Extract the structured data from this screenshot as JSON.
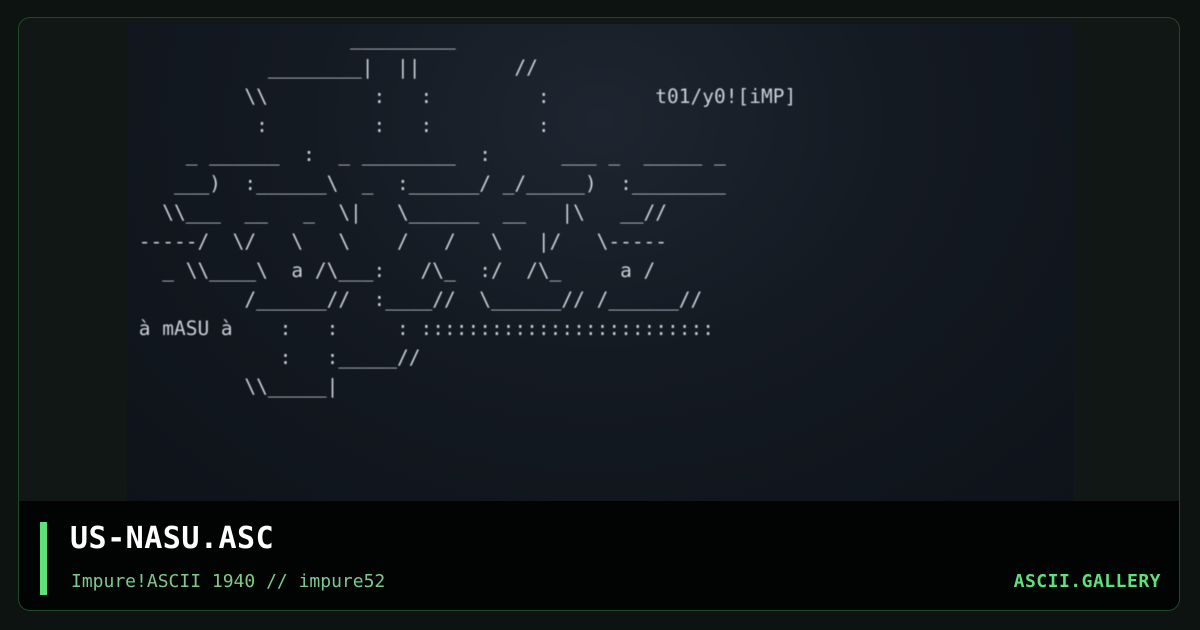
{
  "artwork": {
    "ascii_art": "                   _________\n            ________|  ||        //\n          \\\\         :   :         :         t01/y0![iMP]\n           :         :   :         :\n     _ ______  :  _ ________  :      ___ _  _____ _\n    ___)  :______\\  _  :______/ _/_____)  :________\n   \\\\___  __   _  \\|   \\______  __   |\\   __//\n -----/  \\/   \\   \\    /   /   \\   |/   \\-----\n   _ \\\\____\\  a /\\___:   /\\_  :/  /\\_     a /\n          /______//  :____//  \\______// /______//\n à mASU à    :   :     : :::::::::::::::::::::::::\n             :   :_____//\n          \\\\_____|"
  },
  "footer": {
    "title": "US-NASU.ASC",
    "subtitle": "Impure!ASCII 1940 // impure52",
    "brand": "ASCII.GALLERY"
  }
}
